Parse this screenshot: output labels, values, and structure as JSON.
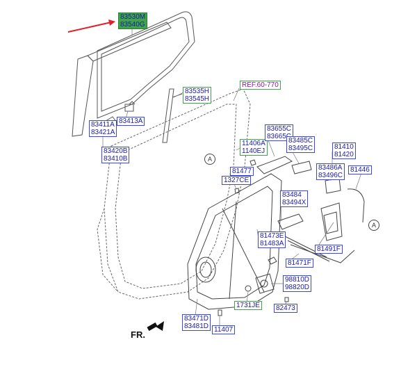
{
  "diagram": {
    "labels": [
      {
        "id": "glass",
        "lines": [
          "83530M",
          "83540G"
        ],
        "style": "green"
      },
      {
        "id": "channel",
        "lines": [
          "83535H",
          "83545H"
        ],
        "style": "gbox"
      },
      {
        "id": "ref",
        "lines": [
          "REF.60-770"
        ],
        "style": "ref"
      },
      {
        "id": "weatherstrip",
        "lines": [
          "83411A",
          "83421A"
        ],
        "style": "blue"
      },
      {
        "id": "clip",
        "lines": [
          "83413A"
        ],
        "style": "blue"
      },
      {
        "id": "runner",
        "lines": [
          "83420B",
          "83410B"
        ],
        "style": "blue"
      },
      {
        "id": "bolt1",
        "lines": [
          "11406A",
          "1140EJ"
        ],
        "style": "gbox"
      },
      {
        "id": "handle",
        "lines": [
          "83655C",
          "83665C"
        ],
        "style": "blue"
      },
      {
        "id": "inner-handle",
        "lines": [
          "83485C",
          "83495C"
        ],
        "style": "blue"
      },
      {
        "id": "latch",
        "lines": [
          "81410",
          "81420"
        ],
        "style": "blue"
      },
      {
        "id": "latch-cover",
        "lines": [
          "83486A",
          "83496C"
        ],
        "style": "blue"
      },
      {
        "id": "cable",
        "lines": [
          "81446"
        ],
        "style": "blue"
      },
      {
        "id": "hinge",
        "lines": [
          "81477"
        ],
        "style": "blue"
      },
      {
        "id": "screw",
        "lines": [
          "1327CE"
        ],
        "style": "blue"
      },
      {
        "id": "bracket",
        "lines": [
          "83484",
          "83494X"
        ],
        "style": "blue"
      },
      {
        "id": "rod",
        "lines": [
          "81473E",
          "81483A"
        ],
        "style": "blue"
      },
      {
        "id": "cable2",
        "lines": [
          "81491F"
        ],
        "style": "blue"
      },
      {
        "id": "cable3",
        "lines": [
          "81471F"
        ],
        "style": "blue"
      },
      {
        "id": "motor",
        "lines": [
          "98810D",
          "98820D"
        ],
        "style": "blue"
      },
      {
        "id": "plug",
        "lines": [
          "1731JE"
        ],
        "style": "gbox"
      },
      {
        "id": "bolt2",
        "lines": [
          "82473"
        ],
        "style": "blue"
      },
      {
        "id": "regulator",
        "lines": [
          "83471D",
          "83481D"
        ],
        "style": "blue"
      },
      {
        "id": "bolt3",
        "lines": [
          "11407"
        ],
        "style": "blue"
      }
    ],
    "callout_letter": "A",
    "direction_label": "FR."
  },
  "colors": {
    "part_label_border": "#3a48e0",
    "part_label_text": "#1a1aa8",
    "highlight_green": "#3fa548",
    "ref_text": "#8a1a9a",
    "arrow": "#e0202a",
    "line_art": "#555555"
  }
}
